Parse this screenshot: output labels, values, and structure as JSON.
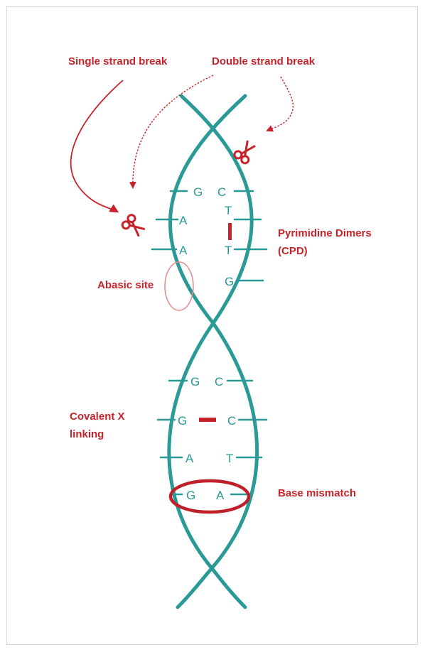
{
  "colors": {
    "helix": "#2a9a96",
    "annotation": "#c8232b",
    "abasic_ring": "#e58a8a"
  },
  "labels": {
    "single_strand_break": "Single strand break",
    "double_strand_break": "Double strand break",
    "pyrimidine_dimers_line1": "Pyrimidine Dimers",
    "pyrimidine_dimers_line2": "(CPD)",
    "abasic_site": "Abasic site",
    "covalent_line1": "Covalent X",
    "covalent_line2": "linking",
    "base_mismatch": "Base mismatch"
  },
  "bases": {
    "upper_row1_left": "G",
    "upper_row1_right": "C",
    "upper_row2_left": "A",
    "upper_row2_right": "T",
    "upper_row3_left": "A",
    "upper_row3_right": "T",
    "upper_row4_right": "G",
    "lower_row1_left": "G",
    "lower_row1_right": "C",
    "lower_row2_left": "G",
    "lower_row2_right": "C",
    "lower_row3_left": "A",
    "lower_row3_right": "T",
    "lower_row4_left": "G",
    "lower_row4_right": "A"
  },
  "icons": {
    "scissors_left": "scissors-icon",
    "scissors_right": "scissors-icon"
  }
}
